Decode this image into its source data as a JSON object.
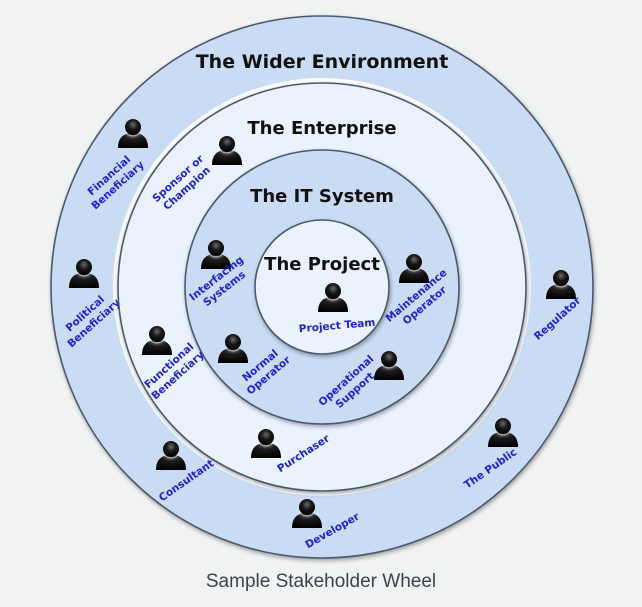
{
  "diagram": {
    "rings": [
      {
        "id": "wider",
        "title": "The Wider Environment",
        "fill": "#cadcf4"
      },
      {
        "id": "enterprise",
        "title": "The Enterprise",
        "fill": "#eaf3fd"
      },
      {
        "id": "it-system",
        "title": "The IT System",
        "fill": "#cadcf4"
      },
      {
        "id": "project",
        "title": "The Project",
        "fill": "#eaf3fd"
      }
    ],
    "stakeholders": [
      {
        "ring": "wider",
        "lines": [
          "Financial",
          "Beneficiary"
        ]
      },
      {
        "ring": "wider",
        "lines": [
          "Political",
          "Beneficiary"
        ]
      },
      {
        "ring": "wider",
        "lines": [
          "Consultant"
        ]
      },
      {
        "ring": "wider",
        "lines": [
          "Developer"
        ]
      },
      {
        "ring": "wider",
        "lines": [
          "The Public"
        ]
      },
      {
        "ring": "wider",
        "lines": [
          "Regulator"
        ]
      },
      {
        "ring": "enterprise",
        "lines": [
          "Sponsor or",
          "Champion"
        ]
      },
      {
        "ring": "enterprise",
        "lines": [
          "Functional",
          "Beneficiary"
        ]
      },
      {
        "ring": "enterprise",
        "lines": [
          "Purchaser"
        ]
      },
      {
        "ring": "it-system",
        "lines": [
          "Interfacing",
          "Systems"
        ]
      },
      {
        "ring": "it-system",
        "lines": [
          "Normal",
          "Operator"
        ]
      },
      {
        "ring": "it-system",
        "lines": [
          "Operational",
          "Support"
        ]
      },
      {
        "ring": "it-system",
        "lines": [
          "Maintenance",
          "Operator"
        ]
      },
      {
        "ring": "project",
        "lines": [
          "Project Team"
        ]
      }
    ],
    "label_color": "#2020e0",
    "icon": "person-icon"
  },
  "caption": "Sample Stakeholder Wheel"
}
